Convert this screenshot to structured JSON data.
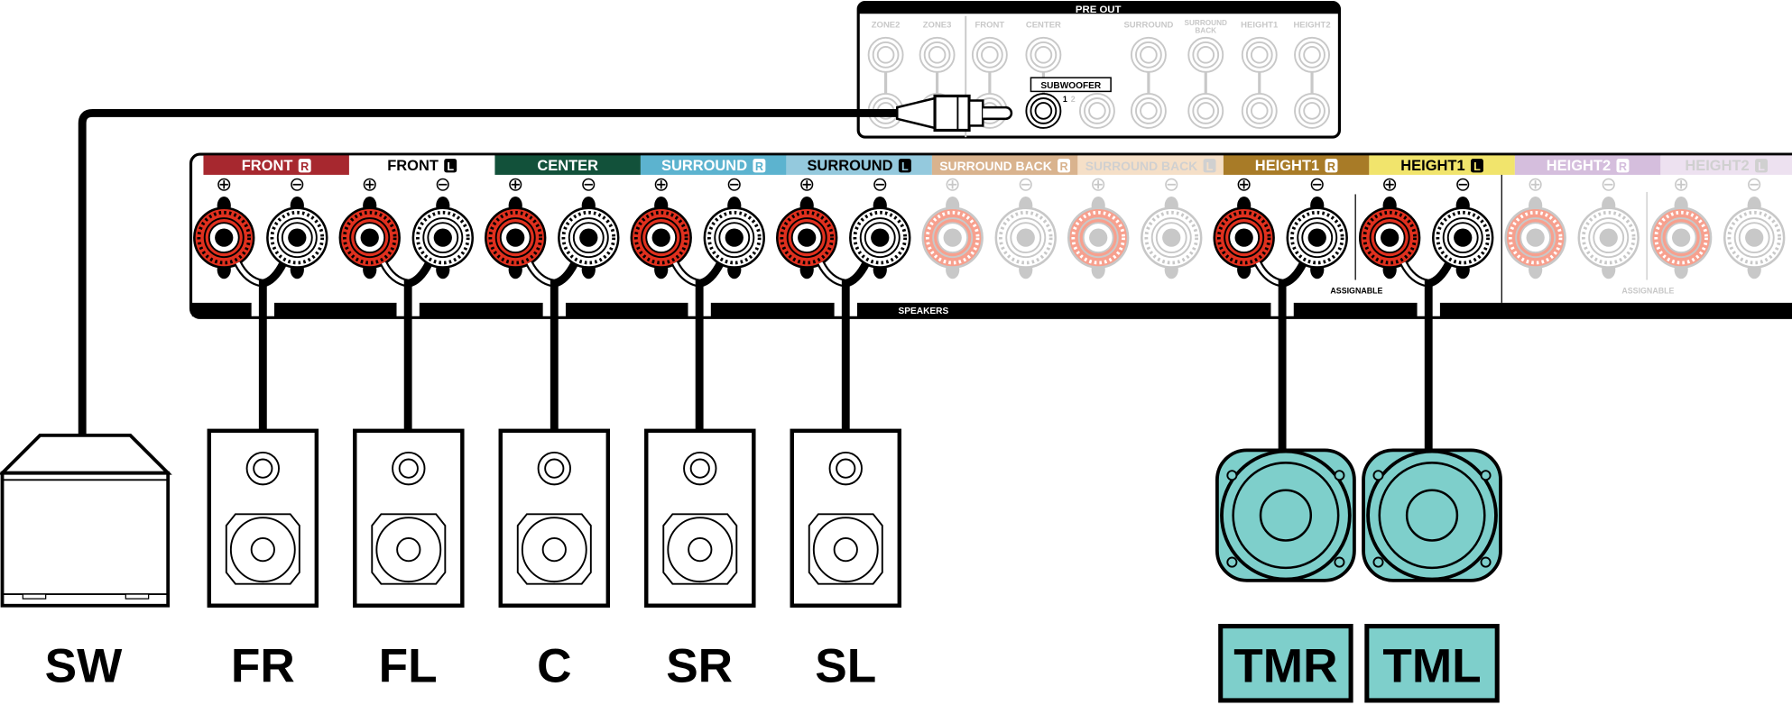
{
  "pre_out": {
    "title": "PRE OUT",
    "labels": [
      "ZONE2",
      "ZONE3",
      "FRONT",
      "CENTER",
      "SURROUND",
      "SURROUND",
      "HEIGHT1",
      "HEIGHT2"
    ],
    "surround_back_second_line": "BACK",
    "subwoofer_label": "SUBWOOFER",
    "sub_num_1": "1",
    "sub_num_2": "2"
  },
  "speaker_panel": {
    "footer_label": "SPEAKERS",
    "assignable_label": "ASSIGNABLE",
    "assignable_label_2": "ASSIGNABLE",
    "channels": [
      {
        "label": "FRONT",
        "badge": "R",
        "color": "#a7282f",
        "text": "#ffffff",
        "active": true
      },
      {
        "label": "FRONT",
        "badge": "L",
        "color": "#ffffff",
        "text": "#000000",
        "active": true
      },
      {
        "label": "CENTER",
        "badge": "",
        "color": "#12513a",
        "text": "#ffffff",
        "active": true
      },
      {
        "label": "SURROUND",
        "badge": "R",
        "color": "#5cb3cf",
        "text": "#ffffff",
        "active": true
      },
      {
        "label": "SURROUND",
        "badge": "L",
        "color": "#94c9dd",
        "text": "#000000",
        "active": true
      },
      {
        "label": "SURROUND BACK",
        "badge": "R",
        "color": "#d9b38e",
        "text": "#ffffff",
        "active": false
      },
      {
        "label": "SURROUND BACK",
        "badge": "L",
        "color": "#f5dfc7",
        "text": "#d0d0d0",
        "active": false
      },
      {
        "label": "HEIGHT1",
        "badge": "R",
        "color": "#a87b27",
        "text": "#ffffff",
        "active": true
      },
      {
        "label": "HEIGHT1",
        "badge": "L",
        "color": "#f1e46c",
        "text": "#000000",
        "active": true
      },
      {
        "label": "HEIGHT2",
        "badge": "R",
        "color": "#d5bedd",
        "text": "#ffffff",
        "active": false
      },
      {
        "label": "HEIGHT2",
        "badge": "L",
        "color": "#ede1f0",
        "text": "#d0d0d0",
        "active": false
      }
    ],
    "plus_symbol": "⊕",
    "minus_symbol": "⊖"
  },
  "speakers": {
    "sw": "SW",
    "fr": "FR",
    "fl": "FL",
    "c": "C",
    "sr": "SR",
    "sl": "SL",
    "tmr": "TMR",
    "tml": "TML"
  },
  "colors": {
    "terminal_red": "#e0301e",
    "ceiling_speaker": "#7ecfcb",
    "inactive": "#c8c8c8",
    "inactive_red": "#f7a08e"
  }
}
